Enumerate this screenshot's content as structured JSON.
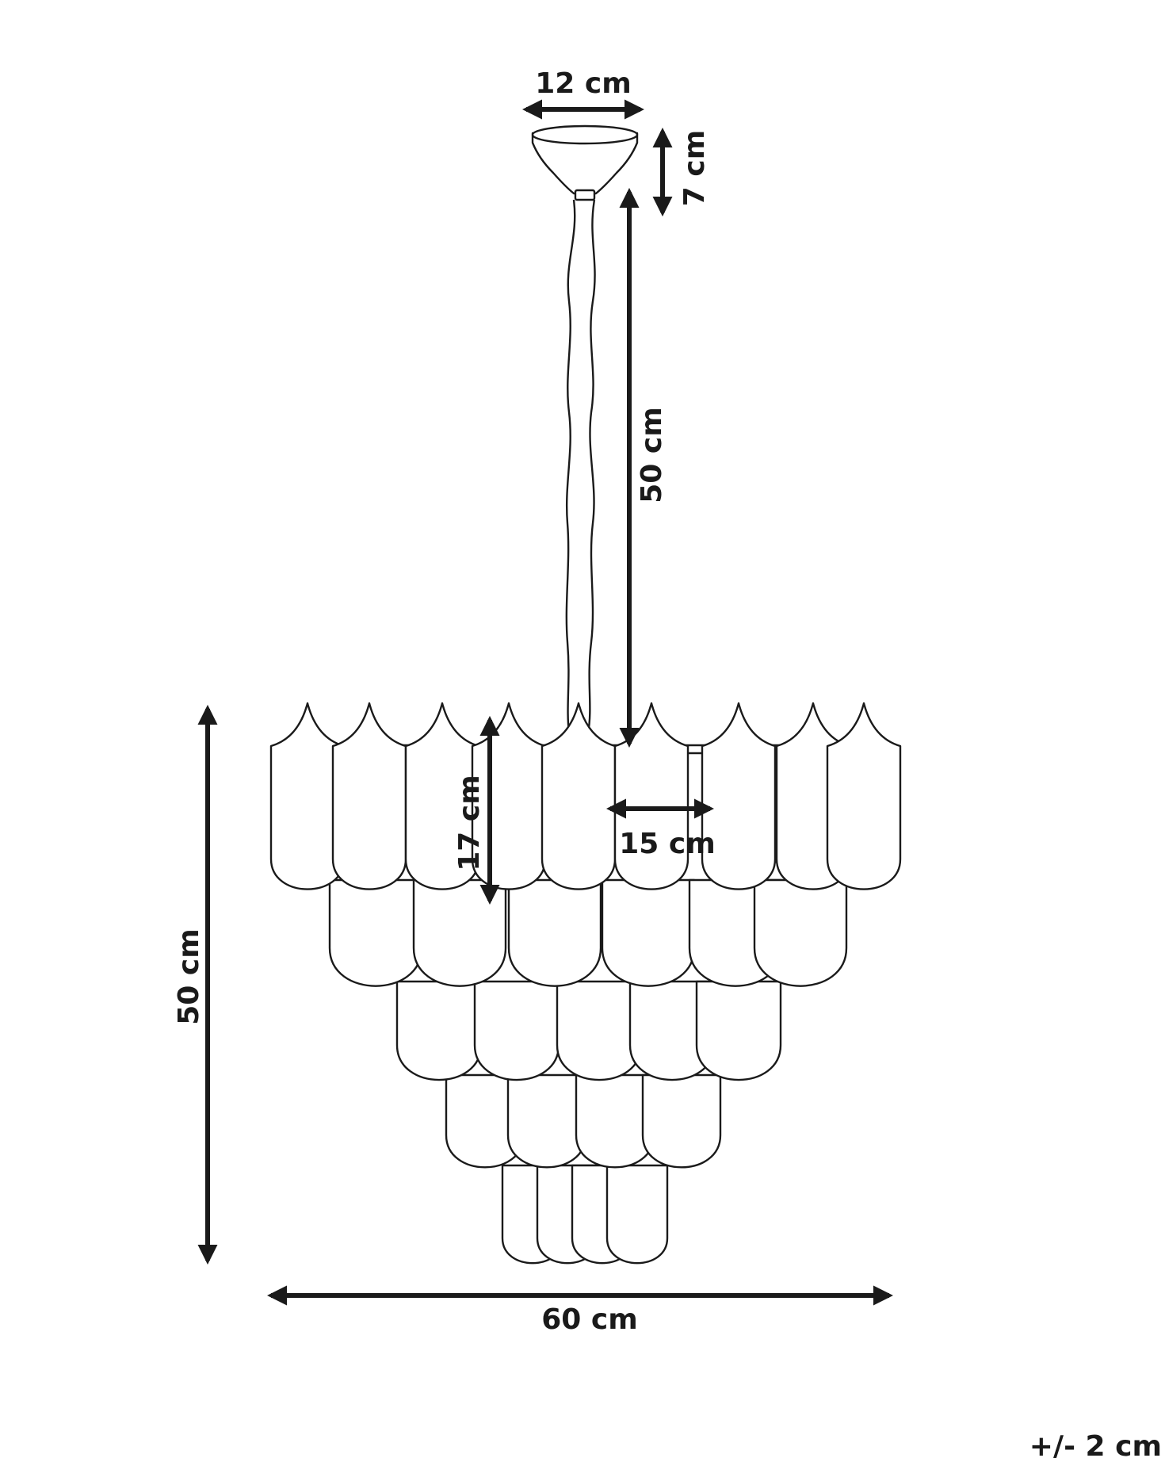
{
  "dimensions": {
    "canopy_width": "12 cm",
    "canopy_height": "7 cm",
    "chain_length": "50 cm",
    "body_height": "50 cm",
    "petal_height": "17 cm",
    "petal_width": "15 cm",
    "body_width": "60 cm",
    "tolerance": "+/- 2 cm"
  },
  "colors": {
    "ink": "#1a1a1a",
    "background": "#ffffff"
  }
}
